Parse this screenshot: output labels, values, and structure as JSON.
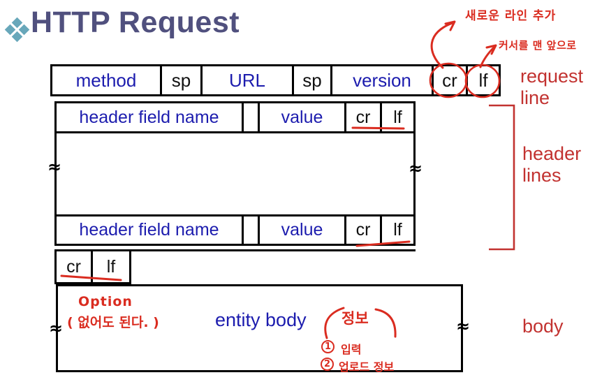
{
  "title": {
    "text": "HTTP Request"
  },
  "request_line": {
    "cells": [
      "method",
      "sp",
      "URL",
      "sp",
      "version",
      "cr",
      "lf"
    ]
  },
  "header_line": {
    "cells": [
      "header field name",
      "",
      "value",
      "cr",
      "lf"
    ]
  },
  "blank_line": {
    "cells": [
      "cr",
      "lf"
    ]
  },
  "body_box": {
    "text": "entity body"
  },
  "section_labels": {
    "request_line": "request line",
    "header_lines": "header lines",
    "body": "body"
  },
  "annotations": {
    "new_line_note": "새로운 라인 추가",
    "cursor_note": "커서를 맨 앞으로",
    "option": "Option",
    "option_note": "( 없어도 된다. )",
    "info": "정보",
    "item1_num": "1",
    "item1_text": "입력",
    "item2_num": "2",
    "item2_text": "업로드 정보"
  },
  "glyphs": {
    "tilde": "≈"
  },
  "colors": {
    "box_text_blue": "#1c1cae",
    "title": "#50507e",
    "bullet_teal": "#68a7ba",
    "label_red": "#c23230",
    "handwriting_red": "#da2c20",
    "line_black": "#000000"
  }
}
